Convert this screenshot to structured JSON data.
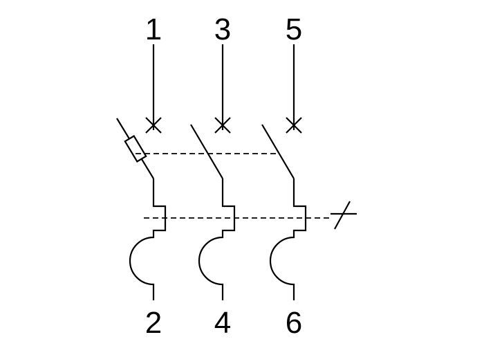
{
  "diagram": {
    "type": "electrical-schematic",
    "subject": "Three-pole circuit breaker (thermal-magnetic) schematic symbol",
    "poles": [
      {
        "top_terminal": "1",
        "bottom_terminal": "2"
      },
      {
        "top_terminal": "3",
        "bottom_terminal": "4"
      },
      {
        "top_terminal": "5",
        "bottom_terminal": "6"
      }
    ],
    "linkages": {
      "upper_dashed": "mechanical coupling between pole contacts",
      "lower_dashed": "trip linkage to release lever"
    },
    "colors": {
      "line": "#000000",
      "background": "#ffffff"
    }
  }
}
